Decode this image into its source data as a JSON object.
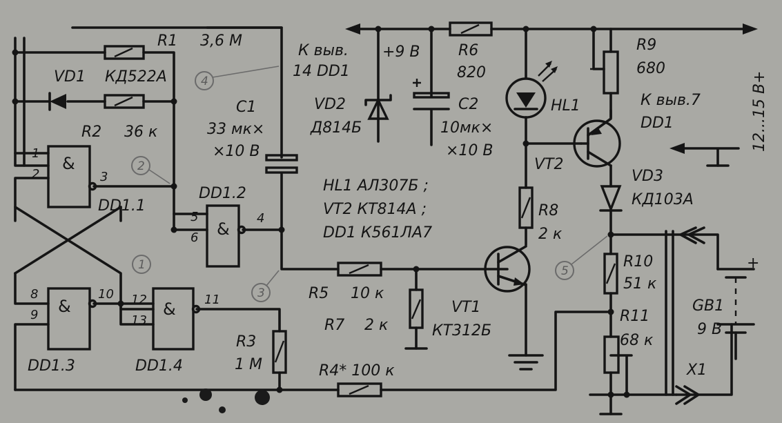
{
  "colors": {
    "paper": "#a9a9a4",
    "ink": "#151515",
    "marker": "#6b6b6b"
  },
  "labels": {
    "r1": "R1",
    "r1_val": "3,6 M",
    "vd1": "VD1",
    "vd1_type": "КД522А",
    "r2": "R2",
    "r2_val": "36 к",
    "c1": "C1",
    "c1_val1": "33 мк×",
    "c1_val2": "×10 В",
    "to_pin14_1": "К выв.",
    "to_pin14_2": "14 DD1",
    "supply9": "+9 В",
    "vd2": "VD2",
    "vd2_type": "Д814Б",
    "r6": "R6",
    "r6_val": "820",
    "c2": "C2",
    "c2_val1": "10мк×",
    "c2_val2": "×10 В",
    "hl1": "HL1",
    "r9": "R9",
    "r9_val": "680",
    "to_pin7_1": "К выв.7",
    "to_pin7_2": "DD1",
    "vt2": "VT2",
    "vd3": "VD3",
    "vd3_type": "КД103А",
    "supply_ext": "12...15 В+",
    "dd11": "DD1.1",
    "dd12": "DD1.2",
    "dd13": "DD1.3",
    "dd14": "DD1.4",
    "and_sym": "&",
    "parts1": "HL1  АЛ307Б ;",
    "parts2": "VT2  КТ814А ;",
    "parts3": "DD1  К561ЛА7",
    "r8": "R8",
    "r8_val": "2 к",
    "r5": "R5",
    "r5_val": "10 к",
    "r7": "R7",
    "r7_val": "2 к",
    "vt1": "VT1",
    "vt1_type": "КТ312Б",
    "r3": "R3",
    "r3_val": "1 М",
    "r4": "R4* 100 к",
    "r10": "R10",
    "r10_val": "51 к",
    "r11": "R11",
    "r11_val": "68 к",
    "gb1": "GB1",
    "gb1_val": "9 В",
    "x1": "X1",
    "plus": "+"
  },
  "pins": {
    "p1": "1",
    "p2": "2",
    "p3": "3",
    "p4": "4",
    "p5": "5",
    "p6": "6",
    "p8": "8",
    "p9": "9",
    "p10": "10",
    "p11": "11",
    "p12": "12",
    "p13": "13"
  },
  "markers": {
    "m1": "1",
    "m2": "2",
    "m3": "3",
    "m4": "4",
    "m5": "5"
  }
}
